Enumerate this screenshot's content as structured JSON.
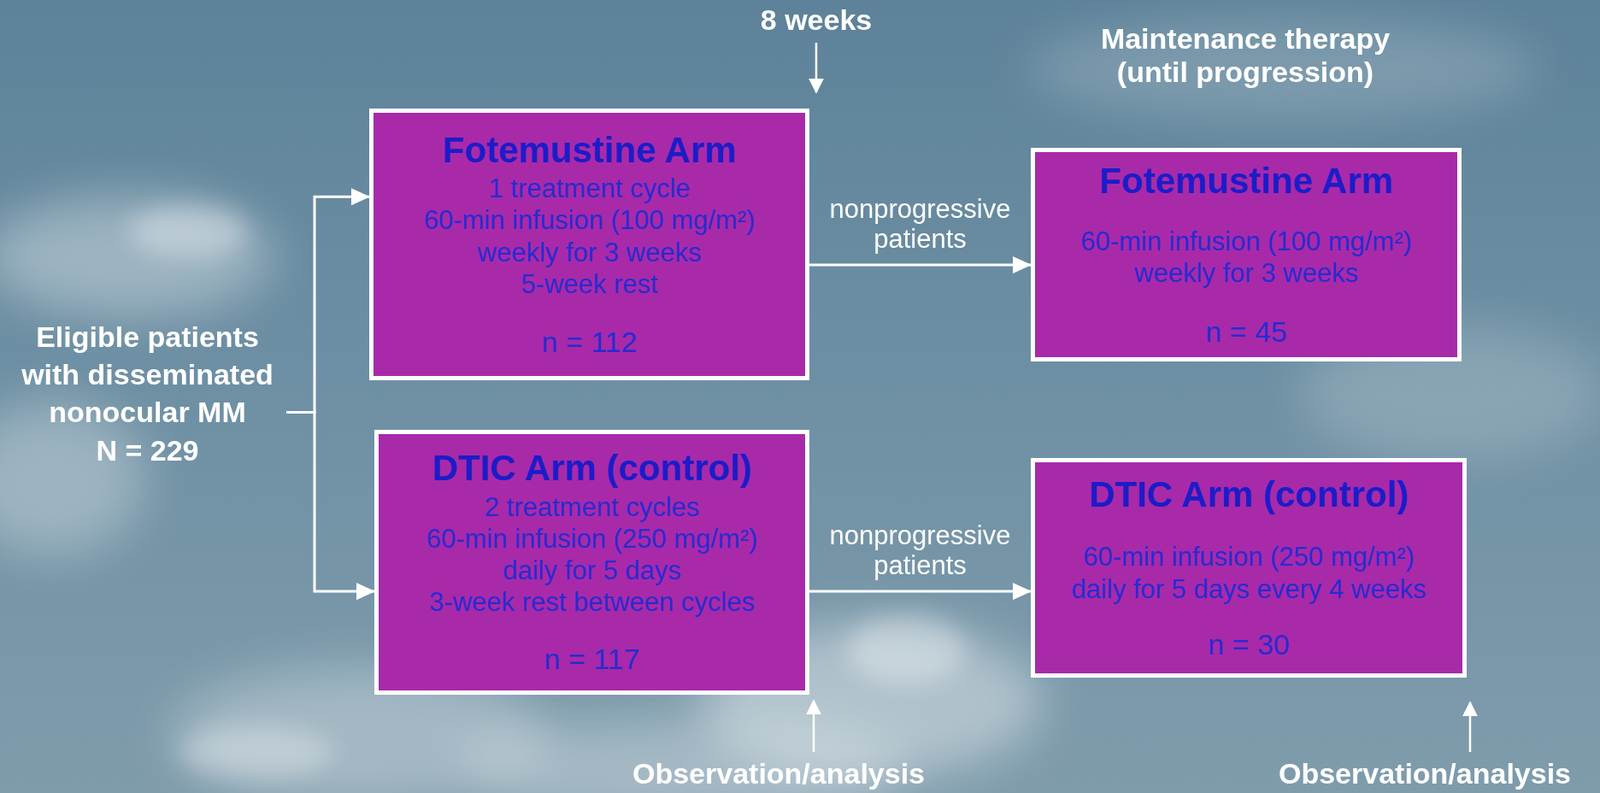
{
  "diagram": {
    "nodes": [
      {
        "text": [
          "Eligible patients with disseminated nonocular MM",
          "N = 229"
        ]
      },
      {
        "text": [
          "Fotemustine Arm",
          "1 treatment cycle",
          "60-min infusion (100 mg/m²)",
          "weekly for 3 weeks",
          "5-week rest",
          "n = 112"
        ]
      },
      {
        "text": [
          "DTIC Arm (control)",
          "2 treatment cycles",
          "60-min infusion (250 mg/m²)",
          "daily for 5 days",
          "3-week rest between cycles",
          "n = 117"
        ]
      },
      {
        "text": [
          "Fotemustine Arm",
          "60-min infusion (100 mg/m²)",
          "weekly for 3 weeks",
          "n = 45"
        ]
      },
      {
        "text": [
          "DTIC Arm (control)",
          "60-min infusion (250 mg/m²)",
          "daily for 5 days every 4 weeks",
          "n = 30"
        ]
      }
    ],
    "edges": [
      {
        "from": 0,
        "to": 1,
        "arrow": "to"
      },
      {
        "from": 0,
        "to": 2,
        "arrow": "to"
      },
      {
        "from": 1,
        "to": 3,
        "label": "nonprogressive patients",
        "arrow": "to"
      },
      {
        "from": 2,
        "to": 4,
        "label": "nonprogressive patients",
        "arrow": "to"
      }
    ],
    "labels": [
      "8 weeks",
      "Maintenance therapy (until progression)",
      "Observation/analysis",
      "Observation/analysis"
    ]
  }
}
